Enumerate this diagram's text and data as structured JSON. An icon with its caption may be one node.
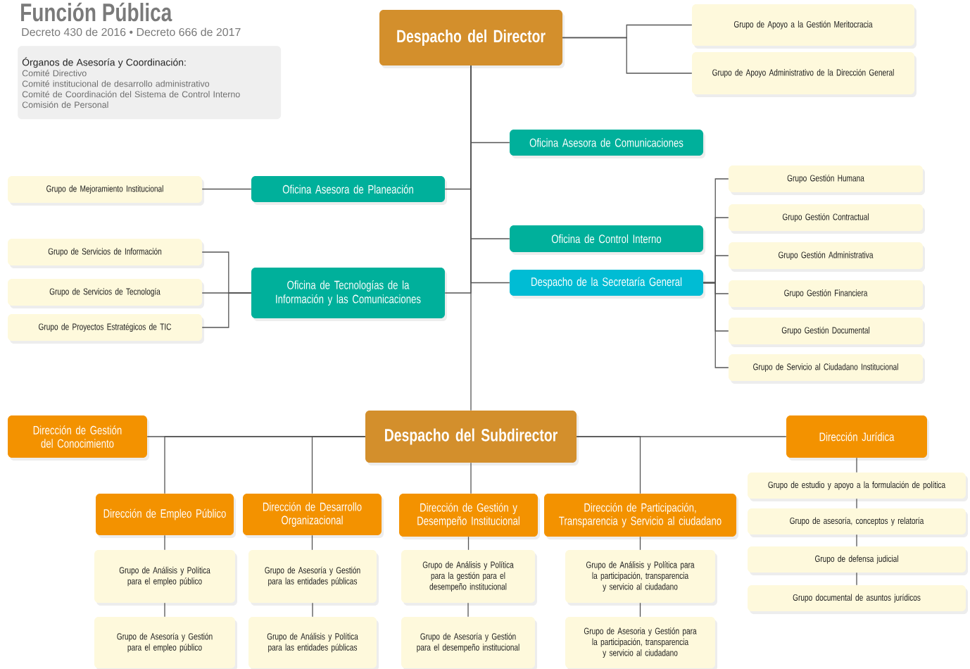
{
  "diagram": {
    "title": "Función Pública",
    "nodes": [
      {
        "text": [
          "Órganos de Asesoría y Coordinación:",
          "Comité Directivo",
          "Comité institucional de desarrollo administrativo",
          "Comité de Coordinación del Sistema de Control Interno",
          "Comisión de Personal"
        ]
      },
      {
        "text": [
          "Despacho del Director"
        ]
      },
      {
        "text": [
          "Grupo de Apoyo a la Gestión Meritocracia"
        ]
      },
      {
        "text": [
          "Grupo de Apoyo Administrativo de la Dirección General"
        ]
      },
      {
        "text": [
          "Oficina Asesora de Comunicaciones"
        ]
      },
      {
        "text": [
          "Grupo de Mejoramiento Institucional"
        ]
      },
      {
        "text": [
          "Oficina Asesora de Planeación"
        ]
      },
      {
        "text": [
          "Grupo de Servicios de Información"
        ]
      },
      {
        "text": [
          "Grupo de Servicios de Tecnología"
        ]
      },
      {
        "text": [
          "Grupo de Proyectos Estratégicos de TIC"
        ]
      },
      {
        "text": [
          "Oficina de Tecnologías de la Información y las Comunicaciones"
        ]
      },
      {
        "text": [
          "Oficina de Control Interno"
        ]
      },
      {
        "text": [
          "Despacho de la Secretaría General"
        ]
      },
      {
        "text": [
          "Grupo Gestión Humana"
        ]
      },
      {
        "text": [
          "Grupo Gestión Contractual"
        ]
      },
      {
        "text": [
          "Grupo Gestión Administrativa"
        ]
      },
      {
        "text": [
          "Grupo Gestión Financiera"
        ]
      },
      {
        "text": [
          "Grupo Gestión Documental"
        ]
      },
      {
        "text": [
          "Grupo de Servicio al Ciudadano Institucional"
        ]
      },
      {
        "text": [
          "Dirección de Gestión del Conocimiento"
        ]
      },
      {
        "text": [
          "Despacho del Subdirector"
        ]
      },
      {
        "text": [
          "Dirección Jurídica"
        ]
      },
      {
        "text": [
          "Dirección de Empleo Público"
        ]
      },
      {
        "text": [
          "Dirección de Desarrollo Organizacional"
        ]
      },
      {
        "text": [
          "Dirección de Gestión y Desempeño Institucional"
        ]
      },
      {
        "text": [
          "Dirección de Participación, Transparencia y Servicio al ciudadano"
        ]
      },
      {
        "text": [
          "Grupo de estudio y apoyo a la formulación de política"
        ]
      },
      {
        "text": [
          "Grupo de asesoría, conceptos y relatoría"
        ]
      },
      {
        "text": [
          "Grupo de defensa judicial"
        ]
      },
      {
        "text": [
          "Grupo documental de asuntos jurídicos"
        ]
      },
      {
        "text": [
          "Grupo de Análisis y Política para el empleo público"
        ]
      },
      {
        "text": [
          "Grupo de Asesoría y Gestión para el empleo público"
        ]
      },
      {
        "text": [
          "Grupo de Asesoría y Gestión para las entidades públicas"
        ]
      },
      {
        "text": [
          "Grupo de Análisis y Política para las entidades públicas"
        ]
      },
      {
        "text": [
          "Grupo de Análisis y Política para la gestión para el desempeño institucional"
        ]
      },
      {
        "text": [
          "Grupo de Asesoría y Gestión para el desempeño institucional"
        ]
      },
      {
        "text": [
          "Grupo de Análisis y Política para la participación, transparencia y servicio al ciudadano"
        ]
      },
      {
        "text": [
          "Grupo de Asesoria y Gestión para la participación, transparencia y servicio al ciudadano"
        ]
      }
    ],
    "edges": [
      {
        "from": 1,
        "to": 2,
        "arrow": "none"
      },
      {
        "from": 1,
        "to": 3,
        "arrow": "none"
      },
      {
        "from": 1,
        "to": 4,
        "arrow": "none"
      },
      {
        "from": 1,
        "to": 6,
        "arrow": "none"
      },
      {
        "from": 1,
        "to": 11,
        "arrow": "none"
      },
      {
        "from": 1,
        "to": 12,
        "arrow": "none"
      },
      {
        "from": 1,
        "to": 10,
        "arrow": "none"
      },
      {
        "from": 1,
        "to": 20,
        "arrow": "none"
      },
      {
        "from": 6,
        "to": 5,
        "arrow": "none"
      },
      {
        "from": 10,
        "to": 7,
        "arrow": "none"
      },
      {
        "from": 10,
        "to": 8,
        "arrow": "none"
      },
      {
        "from": 10,
        "to": 9,
        "arrow": "none"
      },
      {
        "from": 12,
        "to": 13,
        "arrow": "none"
      },
      {
        "from": 12,
        "to": 14,
        "arrow": "none"
      },
      {
        "from": 12,
        "to": 15,
        "arrow": "none"
      },
      {
        "from": 12,
        "to": 16,
        "arrow": "none"
      },
      {
        "from": 12,
        "to": 17,
        "arrow": "none"
      },
      {
        "from": 12,
        "to": 18,
        "arrow": "none"
      },
      {
        "from": 20,
        "to": 19,
        "arrow": "none"
      },
      {
        "from": 20,
        "to": 22,
        "arrow": "none"
      },
      {
        "from": 20,
        "to": 23,
        "arrow": "none"
      },
      {
        "from": 20,
        "to": 24,
        "arrow": "none"
      },
      {
        "from": 20,
        "to": 25,
        "arrow": "none"
      },
      {
        "from": 20,
        "to": 21,
        "arrow": "none"
      },
      {
        "from": 21,
        "to": 26,
        "arrow": "none"
      },
      {
        "from": 26,
        "to": 27,
        "arrow": "none"
      },
      {
        "from": 27,
        "to": 28,
        "arrow": "none"
      },
      {
        "from": 28,
        "to": 29,
        "arrow": "none"
      },
      {
        "from": 22,
        "to": 30,
        "arrow": "none"
      },
      {
        "from": 30,
        "to": 31,
        "arrow": "none"
      },
      {
        "from": 23,
        "to": 32,
        "arrow": "none"
      },
      {
        "from": 32,
        "to": 33,
        "arrow": "none"
      },
      {
        "from": 24,
        "to": 34,
        "arrow": "none"
      },
      {
        "from": 34,
        "to": 35,
        "arrow": "none"
      },
      {
        "from": 25,
        "to": 36,
        "arrow": "none"
      },
      {
        "from": 36,
        "to": 37,
        "arrow": "none"
      }
    ],
    "labels": [
      "Decreto 430 de 2016 • Decreto 666 de 2017"
    ]
  }
}
